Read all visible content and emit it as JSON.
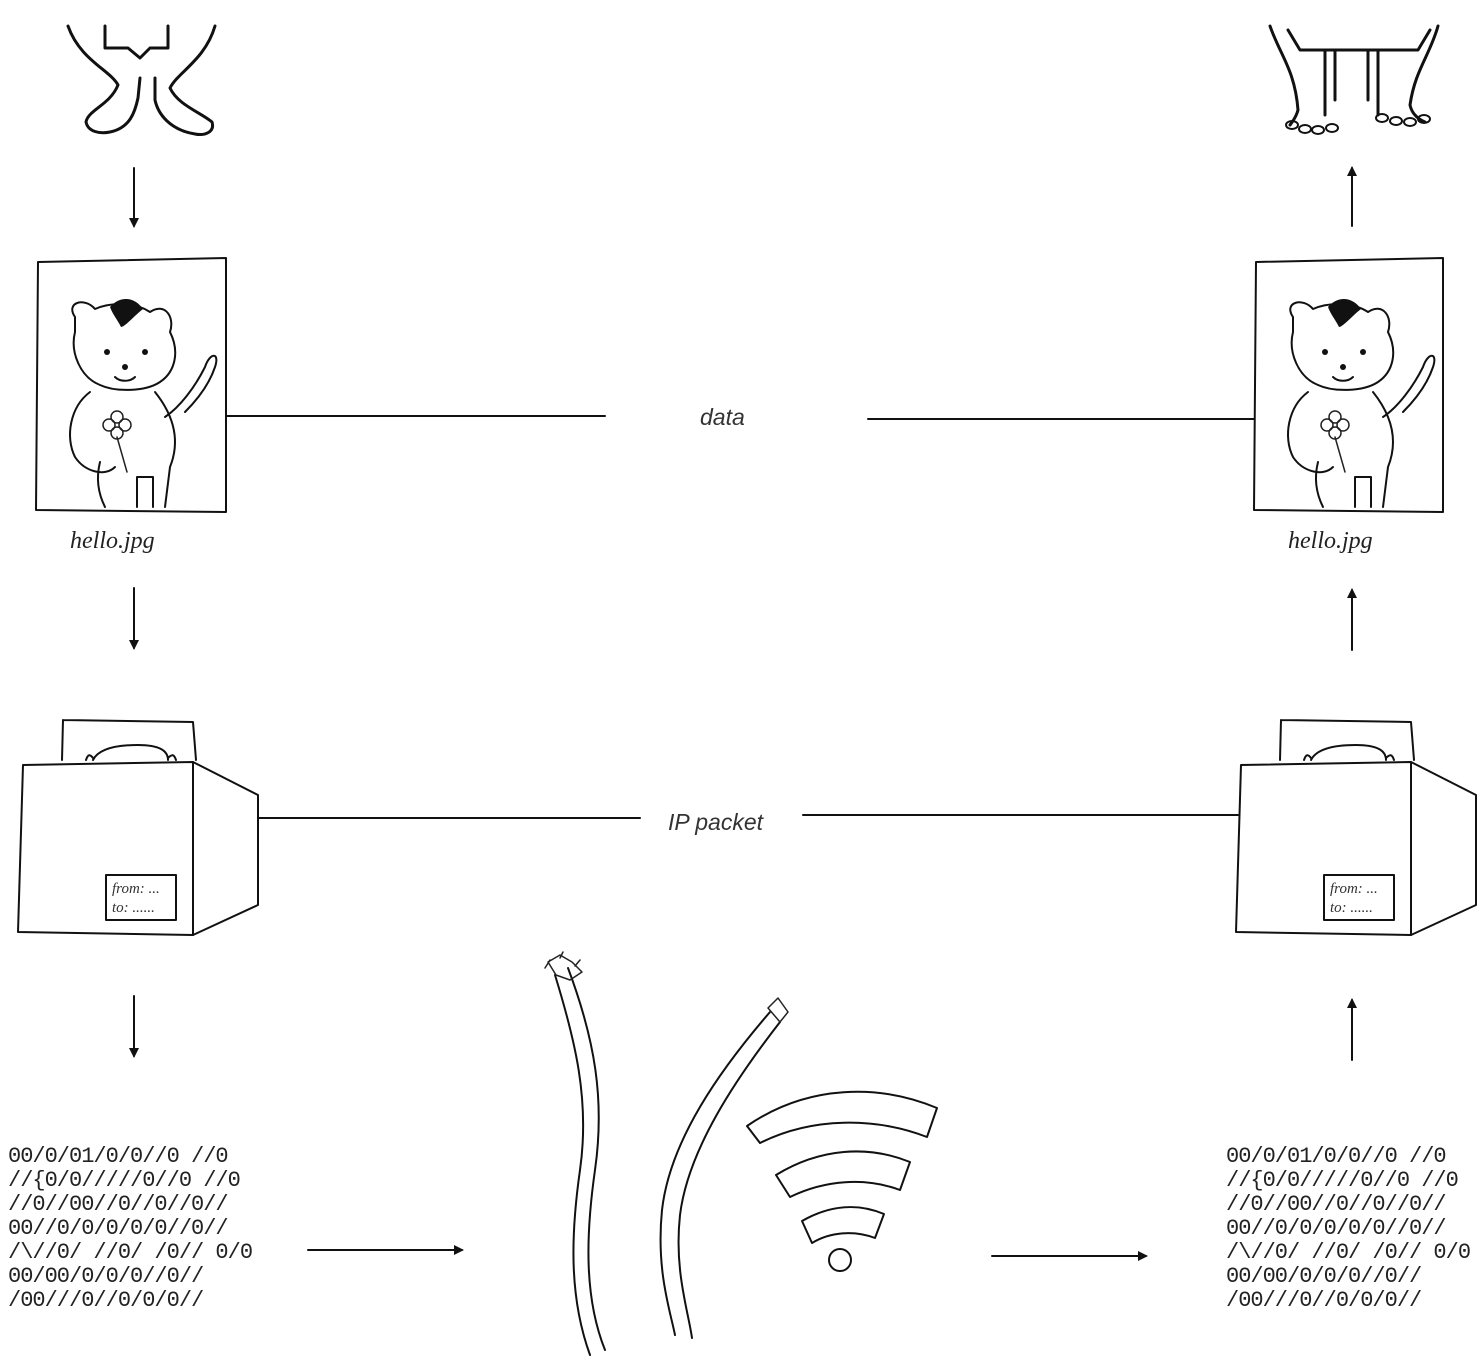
{
  "labels": {
    "data": "data",
    "ip_packet": "IP packet"
  },
  "files": {
    "left": "hello.jpg",
    "right": "hello.jpg"
  },
  "envelope": {
    "from": "from: ...",
    "to": "to: ......"
  },
  "binary_rows": [
    "00/0/01/0/0//0 //0",
    "//{0/0/////0//0 //0",
    "//0//00//0//0//0//",
    "00//0/0/0/0/0//0//",
    "/\\//0/ //0/ /0// 0/0",
    "00/00/0/0/0//0// ",
    "/00///0//0/0/0//"
  ],
  "icons": [
    "bear-icon",
    "photo-icon",
    "box-icon",
    "cable-icon",
    "wifi-icon",
    "arrow-icon"
  ]
}
